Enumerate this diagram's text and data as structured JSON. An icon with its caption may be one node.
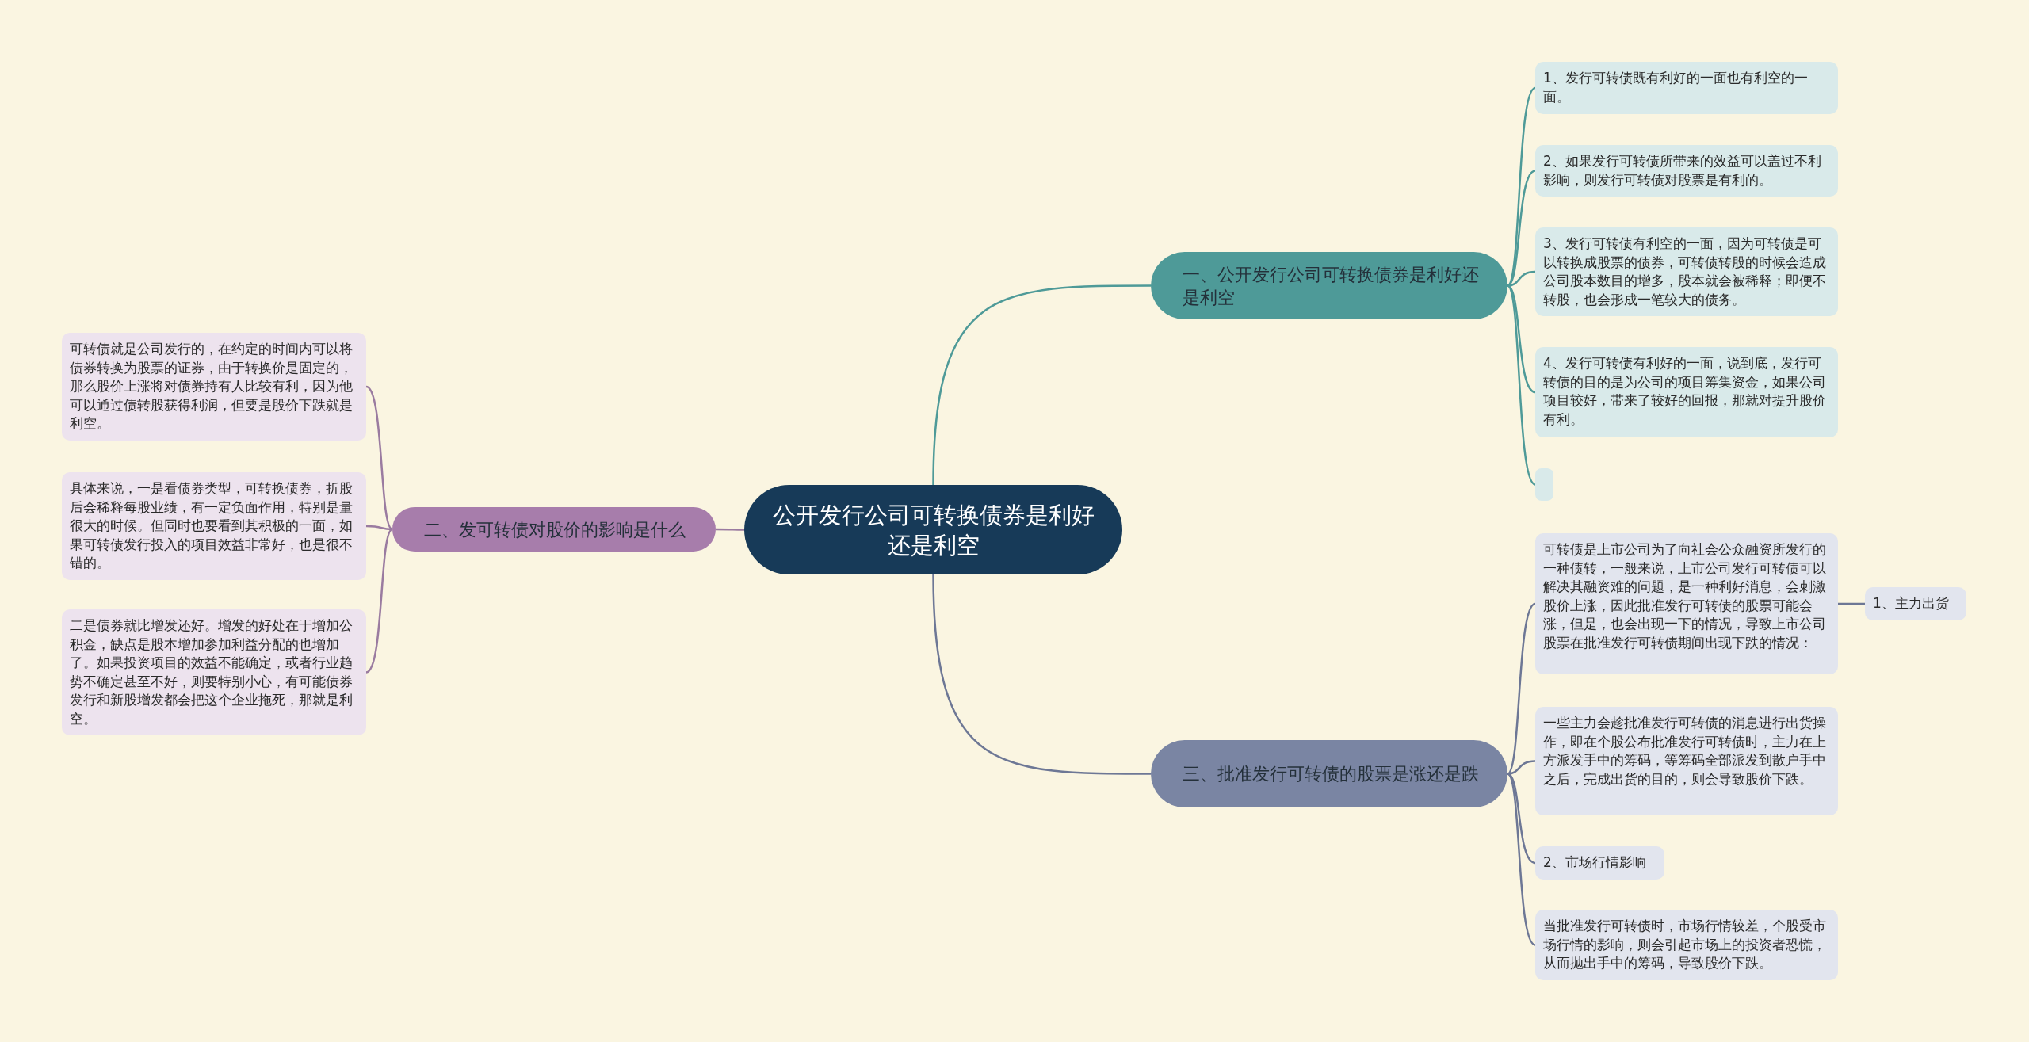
{
  "diagram": {
    "nodes": [
      {
        "text": [
          "公开发行公司可转换债券是利好还是利空"
        ]
      },
      {
        "text": [
          "一、公开发行公司可转换债券是利好还是利空"
        ]
      },
      {
        "text": [
          "1、发行可转债既有利好的一面也有利空的一面。"
        ]
      },
      {
        "text": [
          "2、如果发行可转债所带来的效益可以盖过不利影响，则发行可转债对股票是有利的。"
        ]
      },
      {
        "text": [
          "3、发行可转债有利空的一面，因为可转债是可以转换成股票的债券，可转债转股的时候会造成公司股本数目的增多，股本就会被稀释；即便不转股，也会形成一笔较大的债务。"
        ]
      },
      {
        "text": [
          "4、发行可转债有利好的一面，说到底，发行可转债的目的是为公司的项目筹集资金，如果公司项目较好，带来了较好的回报，那就对提升股价有利。"
        ]
      },
      {
        "text": [],
        "shape": "box"
      },
      {
        "text": [
          "二、发可转债对股价的影响是什么"
        ]
      },
      {
        "text": [
          "可转债就是公司发行的，在约定的时间内可以将债券转换为股票的证券，由于转换价是固定的，那么股价上涨将对债券持有人比较有利，因为他可以通过债转股获得利润，但要是股价下跌就是利空。"
        ]
      },
      {
        "text": [
          "具体来说，一是看债券类型，可转换债券，折股后会稀释每股业绩，有一定负面作用，特别是量很大的时候。但同时也要看到其积极的一面，如果可转债发行投入的项目效益非常好，也是很不错的。"
        ]
      },
      {
        "text": [
          "二是债券就比增发还好。增发的好处在于增加公积金，缺点是股本增加参加利益分配的也增加了。如果投资项目的效益不能确定，或者行业趋势不确定甚至不好，则要特别小心，有可能债券发行和新股增发都会把这个企业拖死，那就是利空。"
        ]
      },
      {
        "text": [
          "三、批准发行可转债的股票是涨还是跌"
        ]
      },
      {
        "text": [
          "可转债是上市公司为了向社会公众融资所发行的一种债转，一般来说，上市公司发行可转债可以解决其融资难的问题，是一种利好消息，会刺激股价上涨，因此批准发行可转债的股票可能会涨，但是，也会出现一下的情况，导致上市公司股票在批准发行可转债期间出现下跌的情况："
        ]
      },
      {
        "text": [
          "1、主力出货"
        ]
      },
      {
        "text": [
          "一些主力会趁批准发行可转债的消息进行出货操作，即在个股公布批准发行可转债时，主力在上方派发手中的筹码，等筹码全部派发到散户手中之后，完成出货的目的，则会导致股价下跌。"
        ]
      },
      {
        "text": [
          "2、市场行情影响"
        ]
      },
      {
        "text": [
          "当批准发行可转债时，市场行情较差，个股受市场行情的影响，则会引起市场上的投资者恐慌，从而抛出手中的筹码，导致股价下跌。"
        ]
      }
    ],
    "edges": [
      {
        "from": 0,
        "to": 1,
        "arrow": "none",
        "color": "#4e9a98"
      },
      {
        "from": 1,
        "to": 2,
        "arrow": "none",
        "color": "#4e9a98"
      },
      {
        "from": 1,
        "to": 3,
        "arrow": "none",
        "color": "#4e9a98"
      },
      {
        "from": 1,
        "to": 4,
        "arrow": "none",
        "color": "#4e9a98"
      },
      {
        "from": 1,
        "to": 5,
        "arrow": "none",
        "color": "#4e9a98"
      },
      {
        "from": 1,
        "to": 6,
        "arrow": "none",
        "color": "#4e9a98"
      },
      {
        "from": 0,
        "to": 7,
        "arrow": "none",
        "color": "#9a7ba0"
      },
      {
        "from": 7,
        "to": 8,
        "arrow": "none",
        "color": "#9a7ba0"
      },
      {
        "from": 7,
        "to": 9,
        "arrow": "none",
        "color": "#9a7ba0"
      },
      {
        "from": 7,
        "to": 10,
        "arrow": "none",
        "color": "#9a7ba0"
      },
      {
        "from": 0,
        "to": 11,
        "arrow": "none",
        "color": "#6d7795"
      },
      {
        "from": 11,
        "to": 12,
        "arrow": "none",
        "color": "#6d7795"
      },
      {
        "from": 12,
        "to": 13,
        "arrow": "none",
        "color": "#6d7795"
      },
      {
        "from": 11,
        "to": 14,
        "arrow": "none",
        "color": "#6d7795"
      },
      {
        "from": 11,
        "to": 15,
        "arrow": "none",
        "color": "#6d7795"
      },
      {
        "from": 11,
        "to": 16,
        "arrow": "none",
        "color": "#6d7795"
      }
    ]
  }
}
